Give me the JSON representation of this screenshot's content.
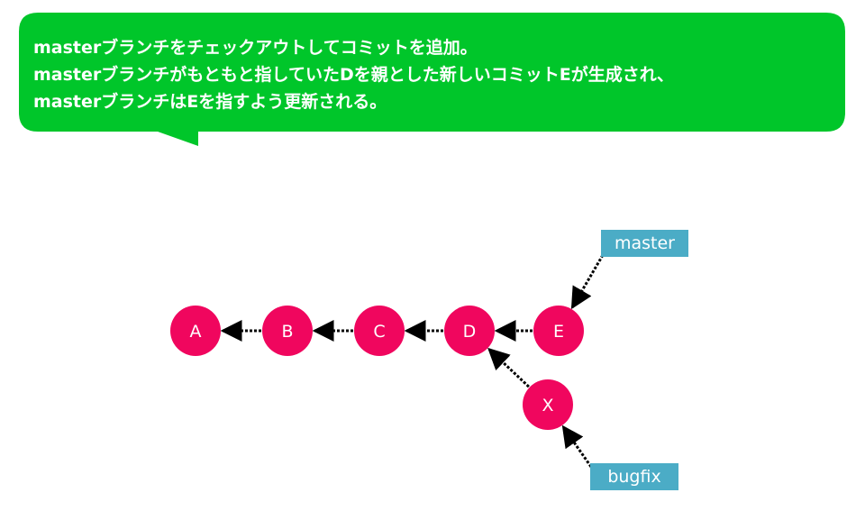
{
  "callout": {
    "lines": [
      "masterブランチをチェックアウトしてコミットを追加。",
      "masterブランチがもともと指していたDを親とした新しいコミットEが生成され、",
      "masterブランチはEを指すよう更新される。"
    ],
    "color": "#00c62a"
  },
  "commits": [
    {
      "id": "A",
      "label": "A"
    },
    {
      "id": "B",
      "label": "B"
    },
    {
      "id": "C",
      "label": "C"
    },
    {
      "id": "D",
      "label": "D"
    },
    {
      "id": "E",
      "label": "E"
    },
    {
      "id": "X",
      "label": "X"
    }
  ],
  "edges": [
    {
      "from": "B",
      "to": "A"
    },
    {
      "from": "C",
      "to": "B"
    },
    {
      "from": "D",
      "to": "C"
    },
    {
      "from": "E",
      "to": "D"
    },
    {
      "from": "X",
      "to": "D"
    },
    {
      "from": "master",
      "to": "E"
    },
    {
      "from": "bugfix",
      "to": "X"
    }
  ],
  "branches": {
    "master": "master",
    "bugfix": "bugfix"
  },
  "colors": {
    "commit": "#f0065e",
    "branch": "#4bacc6",
    "arrow": "#000000"
  }
}
